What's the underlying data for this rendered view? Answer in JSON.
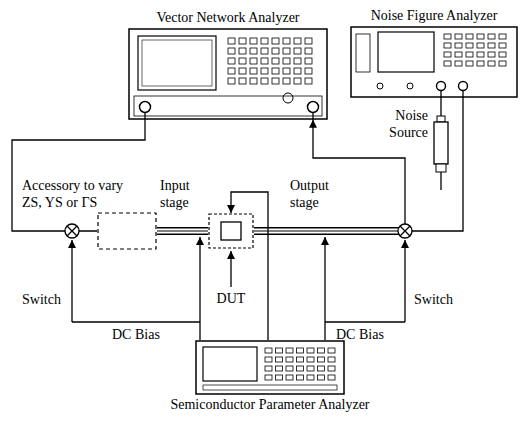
{
  "diagram": {
    "nodes": [
      {
        "text": [
          "Vector Network Analyzer"
        ]
      },
      {
        "text": [
          "Noise Figure Analyzer"
        ]
      },
      {
        "text": [
          "Noise Source"
        ]
      },
      {
        "text": [
          "Accessory to vary ZS, YS or ΓS"
        ]
      },
      {
        "text": [
          "DUT"
        ]
      },
      {
        "text": [
          "Semiconductor Parameter Analyzer"
        ]
      }
    ],
    "edges": [
      {
        "from": 0,
        "to": 3,
        "arrow": "none"
      },
      {
        "from": 3,
        "to": 4,
        "arrow": "none"
      },
      {
        "from": 4,
        "to": 0,
        "arrow": "to"
      },
      {
        "from": 4,
        "to": 1,
        "arrow": "none"
      },
      {
        "from": 1,
        "to": 2,
        "arrow": "none"
      },
      {
        "from": 5,
        "to": 4,
        "arrow": "to"
      }
    ],
    "labels": [
      "Input stage",
      "Output stage",
      "Switch",
      "Switch",
      "DC Bias",
      "DC Bias"
    ]
  }
}
